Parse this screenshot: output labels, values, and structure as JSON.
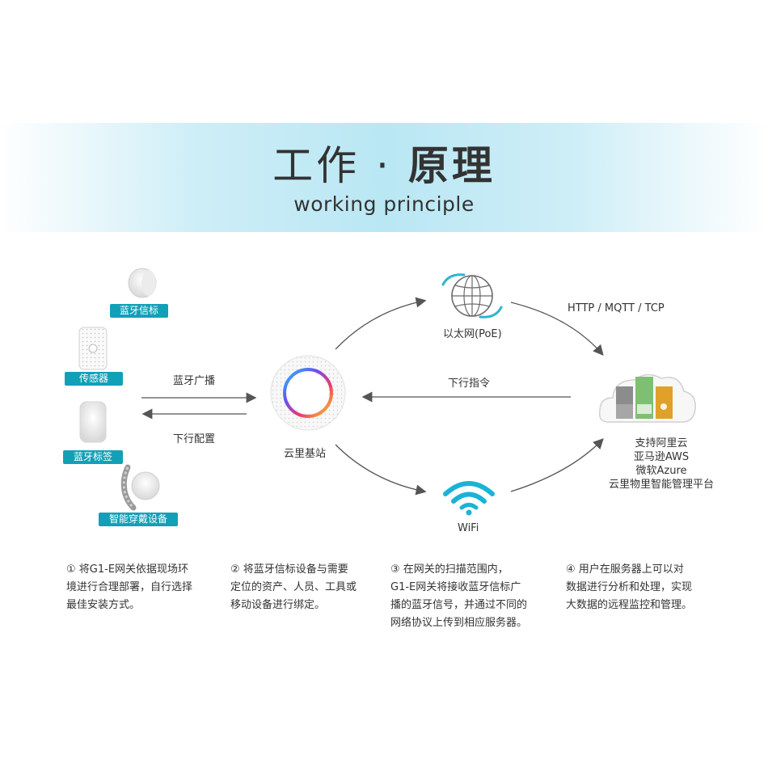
{
  "header": {
    "title_light": "工作",
    "title_dot": "·",
    "title_bold": "原理",
    "subtitle": "working principle"
  },
  "devices": {
    "beacon": "蓝牙信标",
    "sensor": "传感器",
    "tag": "蓝牙标签",
    "wearable": "智能穿戴设备"
  },
  "links": {
    "bt_broadcast": "蓝牙广播",
    "down_config": "下行配置",
    "down_command": "下行指令",
    "protocols": "HTTP / MQTT / TCP"
  },
  "nodes": {
    "gateway": "云里基站",
    "ethernet": "以太网(PoE)",
    "wifi": "WiFi",
    "cloud_lines": [
      "支持阿里云",
      "亚马逊AWS",
      "微软Azure",
      "云里物里智能管理平台"
    ]
  },
  "steps": [
    {
      "lines": [
        "① 将G1-E网关依据现场环",
        "境进行合理部署，自行选择",
        "最佳安装方式。"
      ]
    },
    {
      "lines": [
        "② 将蓝牙信标设备与需要",
        "定位的资产、人员、工具或",
        "移动设备进行绑定。"
      ]
    },
    {
      "lines": [
        "③ 在网关的扫描范围内，",
        "G1-E网关将接收蓝牙信标广",
        "播的蓝牙信号，并通过不同的",
        "网络协议上传到相应服务器。"
      ]
    },
    {
      "lines": [
        "④ 用户在服务器上可以对",
        "数据进行分析和处理，实现",
        "大数据的远程监控和管理。"
      ]
    }
  ],
  "colors": {
    "tag_bg": "#12a0b7",
    "banner": "#b9e7f4",
    "wifi": "#1ab3d6",
    "arrow": "#555555"
  }
}
